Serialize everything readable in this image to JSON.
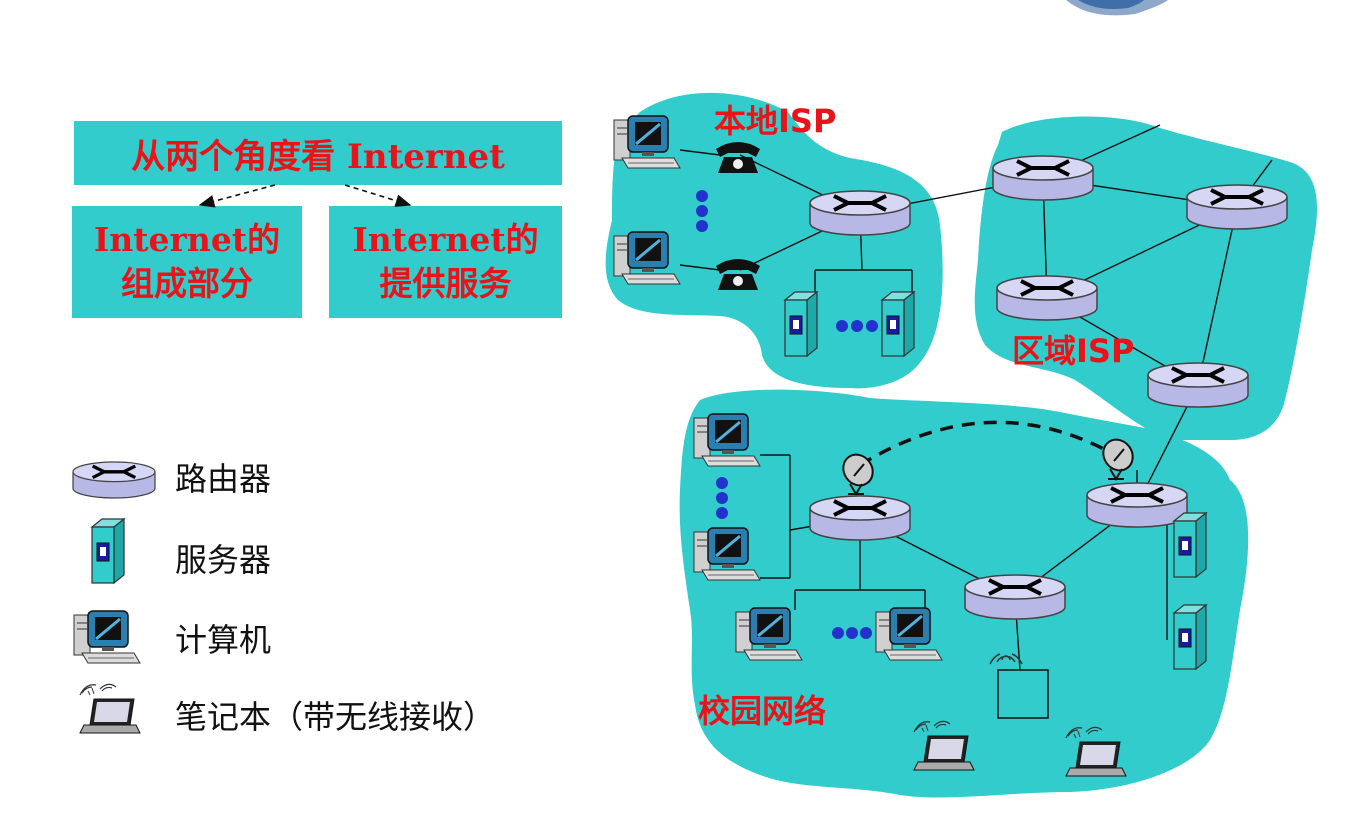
{
  "perspective": {
    "title": "从两个角度看 Internet",
    "composition": {
      "line1": "Internet的",
      "line2": "组成部分"
    },
    "services": {
      "line1": "Internet的",
      "line2": "提供服务"
    }
  },
  "legend": {
    "router": "路由器",
    "server": "服务器",
    "computer": "计算机",
    "laptop": "笔记本（带无线接收）"
  },
  "network": {
    "local_isp": "本地ISP",
    "regional_isp": "区域ISP",
    "campus": "校园网络"
  },
  "colors": {
    "cloud": "#33cccc",
    "label_red": "#e8141a",
    "router_body": "#c9c9f0",
    "server_body": "#33cccc",
    "dots": "#2233cc"
  }
}
